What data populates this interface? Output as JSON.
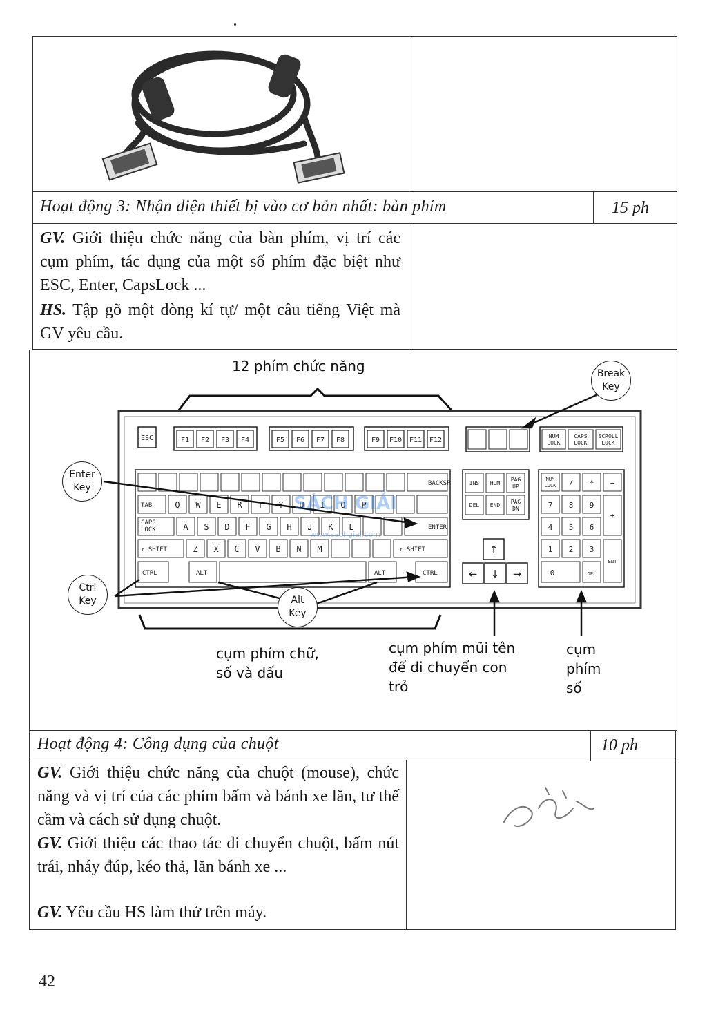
{
  "activity3": {
    "title": "Hoạt động 3: Nhận diện thiết bị vào cơ bản nhất: bàn phím",
    "time": "15 ph",
    "gv_label": "GV.",
    "gv_text": "Giới thiệu chức năng của bàn phím, vị trí các cụm phím, tác dụng của một số phím đặc biệt như ESC, Enter, CapsLock ...",
    "hs_label": "HS.",
    "hs_text": "Tập gõ một dòng kí tự/ một câu tiếng Việt mà GV yêu cầu."
  },
  "keyboard": {
    "function_keys_label": "12 phím chức năng",
    "break_key": [
      "Break",
      "Key"
    ],
    "enter_key": [
      "Enter",
      "Key"
    ],
    "ctrl_key": [
      "Ctrl",
      "Key"
    ],
    "alt_key": [
      "Alt",
      "Key"
    ],
    "letters_group": [
      "cụm phím chữ,",
      "số và dấu"
    ],
    "arrow_group": [
      "cụm phím mũi tên",
      "để di chuyển con",
      "trỏ"
    ],
    "numpad_group": [
      "cụm",
      "phím",
      "số"
    ],
    "key_esc": "ESC",
    "fkeys": [
      "F1",
      "F2",
      "F3",
      "F4",
      "F5",
      "F6",
      "F7",
      "F8",
      "F9",
      "F10",
      "F11",
      "F12"
    ],
    "key_shift": "SHIFT",
    "key_ctrl": "CTRL",
    "key_alt": "ALT",
    "key_enter": "ENTER",
    "key_tab": "TAB",
    "key_caps": "CAPS LOCK",
    "key_backsp": "BACKSP",
    "key_ins": "INS",
    "key_home": "HOM",
    "key_del": "DEL",
    "key_end": "END",
    "key_num": "NUM LOCK",
    "key_scroll": "SCROLL LOCK",
    "watermark": "SÁCH GIẢI",
    "watermark_url": "www.sachgiai.com"
  },
  "activity4": {
    "title": "Hoạt động 4: Công dụng của chuột",
    "time": "10 ph",
    "gv1_label": "GV.",
    "gv1_text": "Giới thiệu chức năng của chuột (mouse), chức năng và vị trí của các phím bấm và bánh xe lăn, tư thế cầm và cách sử dụng chuột.",
    "gv2_label": "GV.",
    "gv2_text": "Giới thiệu các thao tác di chuyển chuột, bấm nút trái, nháy đúp, kéo thả, lăn bánh xe ...",
    "gv3_label": "GV.",
    "gv3_text": "Yêu cầu HS làm thử trên máy."
  },
  "page_number": "42"
}
